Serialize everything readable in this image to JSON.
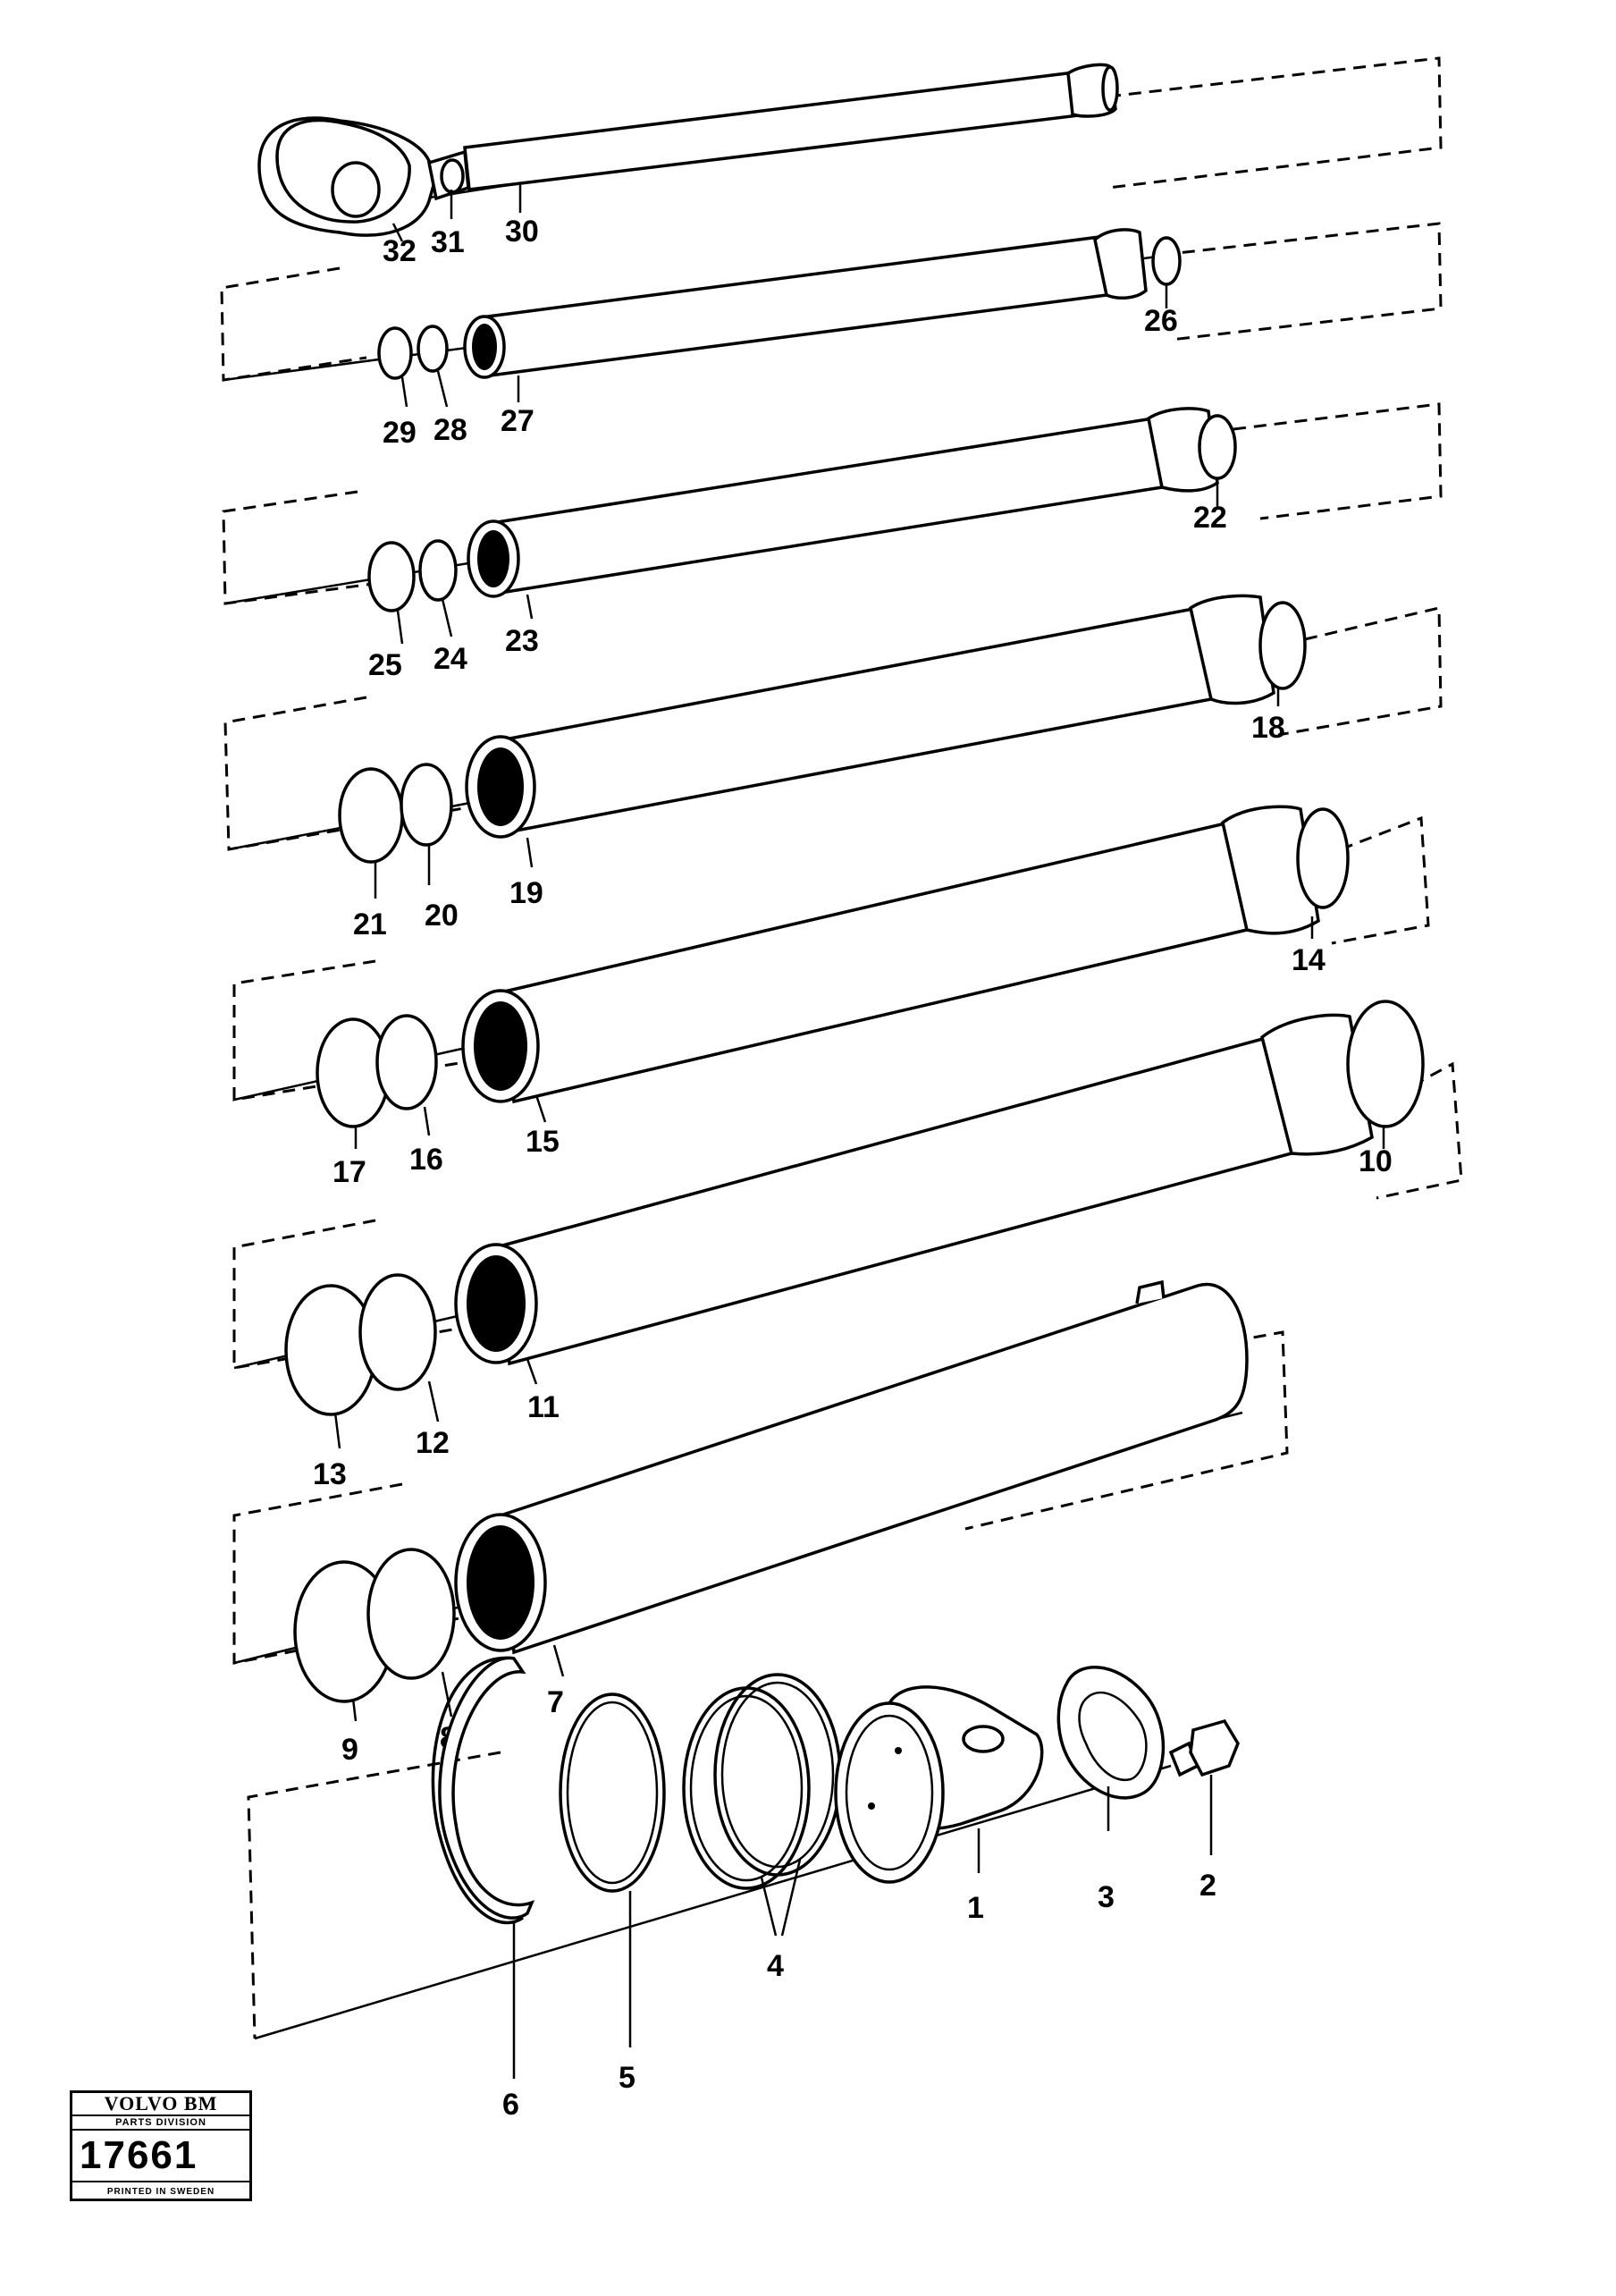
{
  "labels": {
    "p1": "1",
    "p2": "2",
    "p3": "3",
    "p4": "4",
    "p5": "5",
    "p6": "6",
    "p7": "7",
    "p8": "8",
    "p9": "9",
    "p10": "10",
    "p11": "11",
    "p12": "12",
    "p13": "13",
    "p14": "14",
    "p15": "15",
    "p16": "16",
    "p17": "17",
    "p18": "18",
    "p19": "19",
    "p20": "20",
    "p21": "21",
    "p22": "22",
    "p23": "23",
    "p24": "24",
    "p25": "25",
    "p26": "26",
    "p27": "27",
    "p28": "28",
    "p29": "29",
    "p30": "30",
    "p31": "31",
    "p32": "32"
  },
  "stamp": {
    "brand": "VOLVO BM",
    "division": "PARTS DIVISION",
    "doc_number": "17661",
    "printed": "PRINTED IN SWEDEN"
  }
}
